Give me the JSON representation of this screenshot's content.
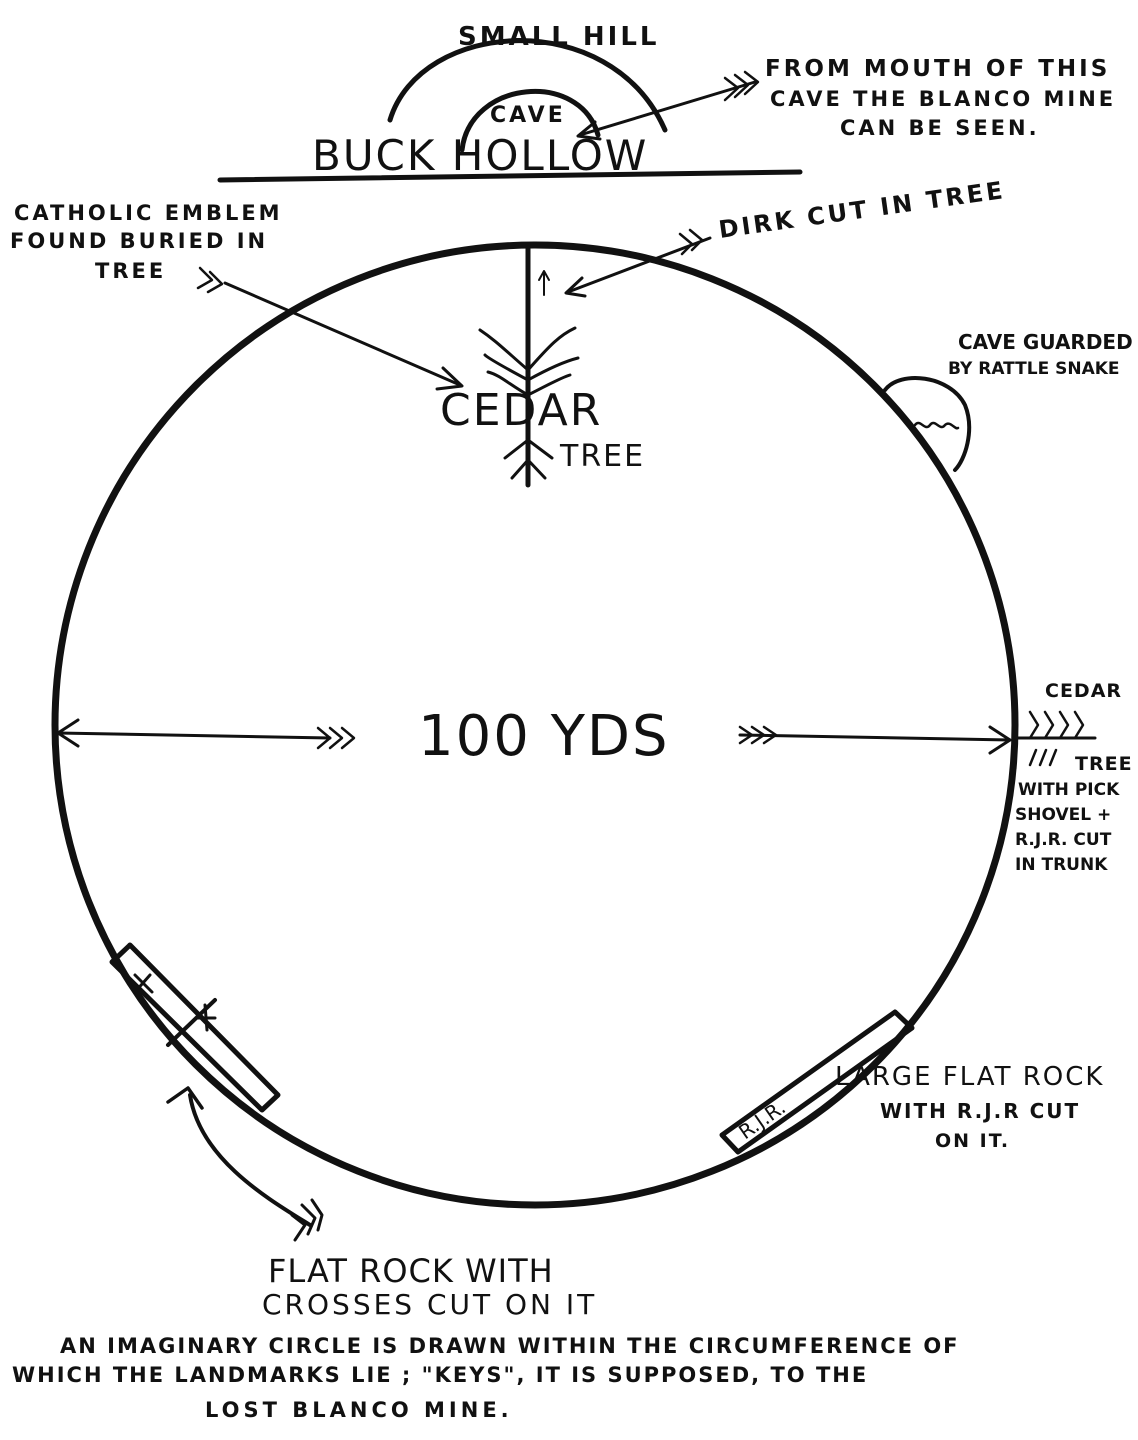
{
  "colors": {
    "ink": "#111111",
    "paper": "#ffffff"
  },
  "labels": {
    "small_hill": "SMALL HILL",
    "cave_top": "CAVE",
    "buck_hollow": "BUCK HOLLOW",
    "mouth_note": [
      "FROM MOUTH OF THIS",
      "CAVE  THE BLANCO MINE",
      "CAN  BE  SEEN."
    ],
    "emblem_note": [
      "CATHOLIC   EMBLEM",
      "FOUND BURIED IN",
      "TREE"
    ],
    "dirk_note": "DIRK CUT IN TREE",
    "cedar_center": [
      "CEDAR",
      "TREE"
    ],
    "rattlesnake_note": [
      "CAVE GUARDED",
      "BY RATTLE SNAKE"
    ],
    "distance": "100 YDS",
    "cedar_right": [
      "CEDAR",
      "TREE",
      "WITH PICK",
      "SHOVEL +",
      "R.J.R. CUT",
      "IN TRUNK"
    ],
    "rjr_mark": "R.J.R.",
    "large_rock_note": [
      "LARGE FLAT ROCK",
      "WITH R.J.R CUT",
      "ON IT."
    ],
    "crosses_note": [
      "FLAT ROCK WITH",
      "CROSSES CUT ON IT"
    ],
    "caption": [
      "AN IMAGINARY CIRCLE IS DRAWN WITHIN THE CIRCUMFERENCE OF",
      "WHICH THE LANDMARKS LIE ; \"KEYS\", IT IS SUPPOSED, TO THE",
      "LOST BLANCO MINE."
    ]
  }
}
